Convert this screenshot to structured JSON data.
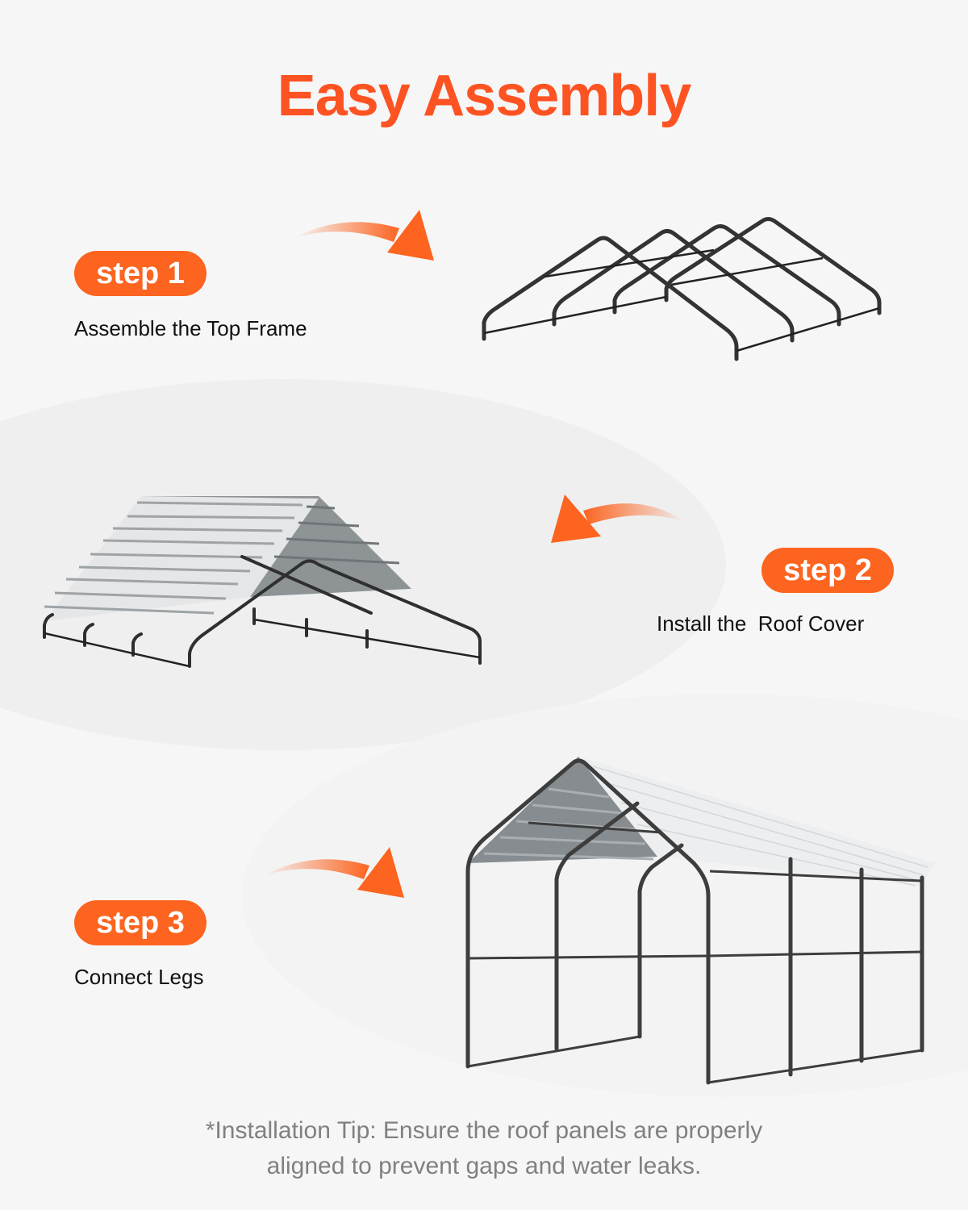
{
  "title": "Easy Assembly",
  "accent_color": "#fd5322",
  "badge_color": "#fc6420",
  "steps": [
    {
      "badge": "step 1",
      "description": "Assemble the Top Frame",
      "illustration": "top-frame"
    },
    {
      "badge": "step 2",
      "description": "Install the  Roof Cover",
      "illustration": "roof-cover"
    },
    {
      "badge": "step 3",
      "description": "Connect Legs",
      "illustration": "completed-carport"
    }
  ],
  "arrows": [
    "arrow-right-curved",
    "arrow-left-curved",
    "arrow-right-curved"
  ],
  "tip": {
    "line1": "*Installation Tip: Ensure the roof panels are properly",
    "line2": "aligned to prevent gaps and water leaks."
  }
}
